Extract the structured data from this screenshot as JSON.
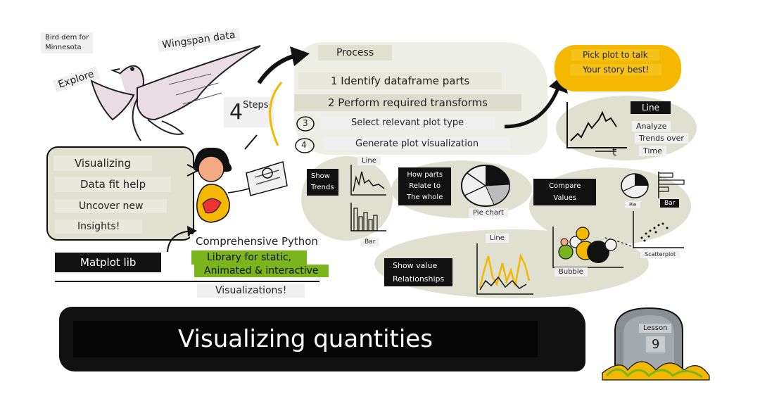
{
  "intro": {
    "bird_demo_line1": "Bird dem for",
    "bird_demo_line2": "Minnesota",
    "wingspan": "Wingspan data",
    "explore": "Explore"
  },
  "steps": {
    "count": "4",
    "label": "Steps",
    "process_title": "Process",
    "items": [
      {
        "num": "1",
        "text": "1 Identify dataframe parts"
      },
      {
        "num": "2",
        "text": "2 Perform required transforms"
      },
      {
        "num": "3",
        "text": "Select relevant plot type"
      },
      {
        "num": "4",
        "text": "Generate plot visualization"
      }
    ]
  },
  "pick": {
    "line1": "Pick plot to talk",
    "line2": "Your story best!"
  },
  "line_panel": {
    "title": "Line",
    "desc1": "Analyze",
    "desc2": "Trends over",
    "desc3": "Time",
    "axis_t": "t"
  },
  "speech": {
    "items": [
      "Visualizing",
      "Data fit help",
      "Uncover new",
      "Insights!"
    ]
  },
  "trends": {
    "label1": "Show",
    "label2": "Trends",
    "line_label": "Line",
    "bar_label": "Bar"
  },
  "parts": {
    "line1": "How parts",
    "line2": "Relate to",
    "line3": "The whole",
    "pie_label": "Pie chart"
  },
  "compare": {
    "line1": "Compare",
    "line2": "Values",
    "pie_label": "Pie",
    "bar_label": "Bar"
  },
  "matplotlib": {
    "label": "Matplot lib",
    "line1": "Comprehensive Python",
    "line2": "Library for static,",
    "line3": "Animated & interactive",
    "line4": "Visualizations!"
  },
  "relationships": {
    "line1": "Show value",
    "line2": "Relationships",
    "line_label": "Line",
    "bubble_label": "Bubble",
    "scatter_label": "Scatterplot"
  },
  "banner": {
    "title": "Visualizing quantities"
  },
  "lesson": {
    "label": "Lesson",
    "number": "9"
  },
  "colors": {
    "accent_green": "#7ab51d",
    "accent_yellow": "#f5b800",
    "blob_gray": "#dfe0cf",
    "dark": "#111111"
  }
}
